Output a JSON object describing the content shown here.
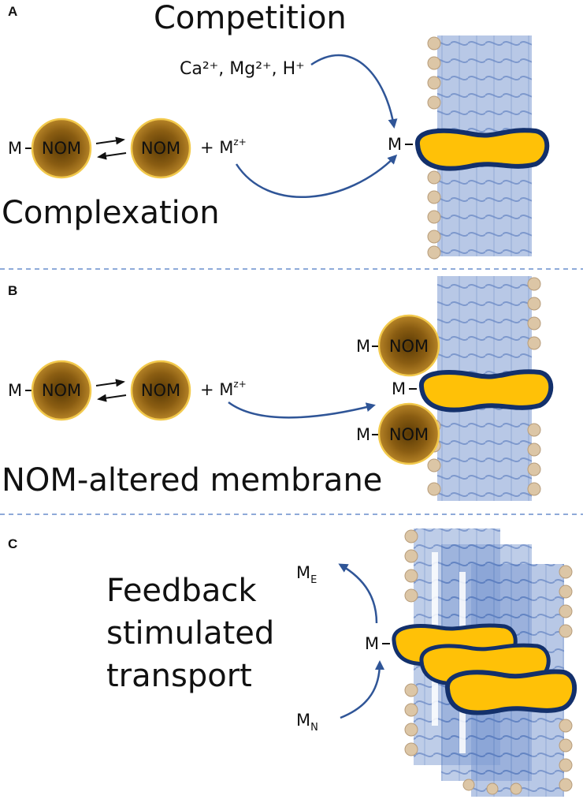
{
  "panels": {
    "A": {
      "letter": "A",
      "title": "Competition",
      "competitors": "Ca²⁺, Mg²⁺, H⁺",
      "complex_m": "M",
      "complex_nom": "NOM",
      "free_nom": "NOM",
      "ion": "+ M",
      "ion_charge": "z+",
      "membrane_m": "M",
      "caption": "Complexation"
    },
    "B": {
      "letter": "B",
      "complex_m": "M",
      "complex_nom": "NOM",
      "free_nom": "NOM",
      "ion": "+ M",
      "ion_charge": "z+",
      "membrane_m": "M",
      "sorbed_top_m": "M",
      "sorbed_top_nom": "NOM",
      "sorbed_bottom_m": "M",
      "sorbed_bottom_nom": "NOM",
      "caption": "NOM-altered membrane"
    },
    "C": {
      "letter": "C",
      "caption_lines": [
        "Feedback",
        "stimulated",
        "transport"
      ],
      "m_e": "M",
      "m_e_sub": "E",
      "m_n": "M",
      "m_n_sub": "N",
      "membrane_m": "M"
    }
  },
  "colors": {
    "nom_gold": "#b07a1a",
    "nom_dark": "#7a4f0a",
    "nom_rim": "#f2c94c",
    "transporter_fill": "#ffc107",
    "transporter_stroke": "#13306b",
    "lipid_blue": "#6d8ec9",
    "lipid_head": "#d9c2a3",
    "arrow_blue": "#2f5597",
    "divider": "#4a78c2"
  }
}
